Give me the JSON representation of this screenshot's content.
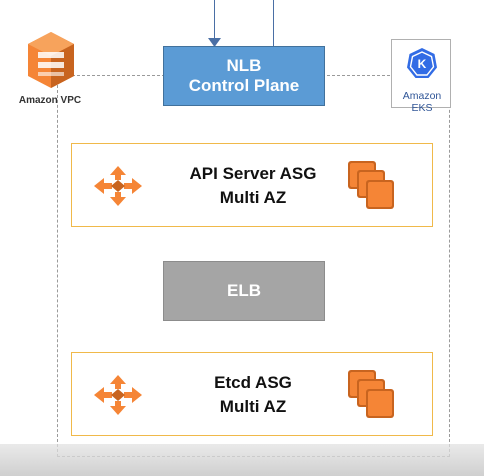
{
  "vpc": {
    "label": "Amazon VPC"
  },
  "nlb": {
    "line1": "NLB",
    "line2": "Control Plane"
  },
  "eks": {
    "label": "Amazon EKS",
    "icon_letter": "K"
  },
  "api_asg": {
    "line1": "API Server ASG",
    "line2": "Multi AZ"
  },
  "elb": {
    "label": "ELB"
  },
  "etcd_asg": {
    "line1": "Etcd ASG",
    "line2": "Multi AZ"
  },
  "icons": {
    "vpc": "amazon-vpc-icon",
    "eks": "kubernetes-icon",
    "asg": "auto-scaling-arrows-icon",
    "instances": "ec2-instances-icon"
  },
  "colors": {
    "nlb_fill": "#5b9bd5",
    "elb_fill": "#a5a5a5",
    "asg_border": "#f0b94a",
    "aws_orange": "#f58536",
    "eks_blue": "#326ce5"
  }
}
